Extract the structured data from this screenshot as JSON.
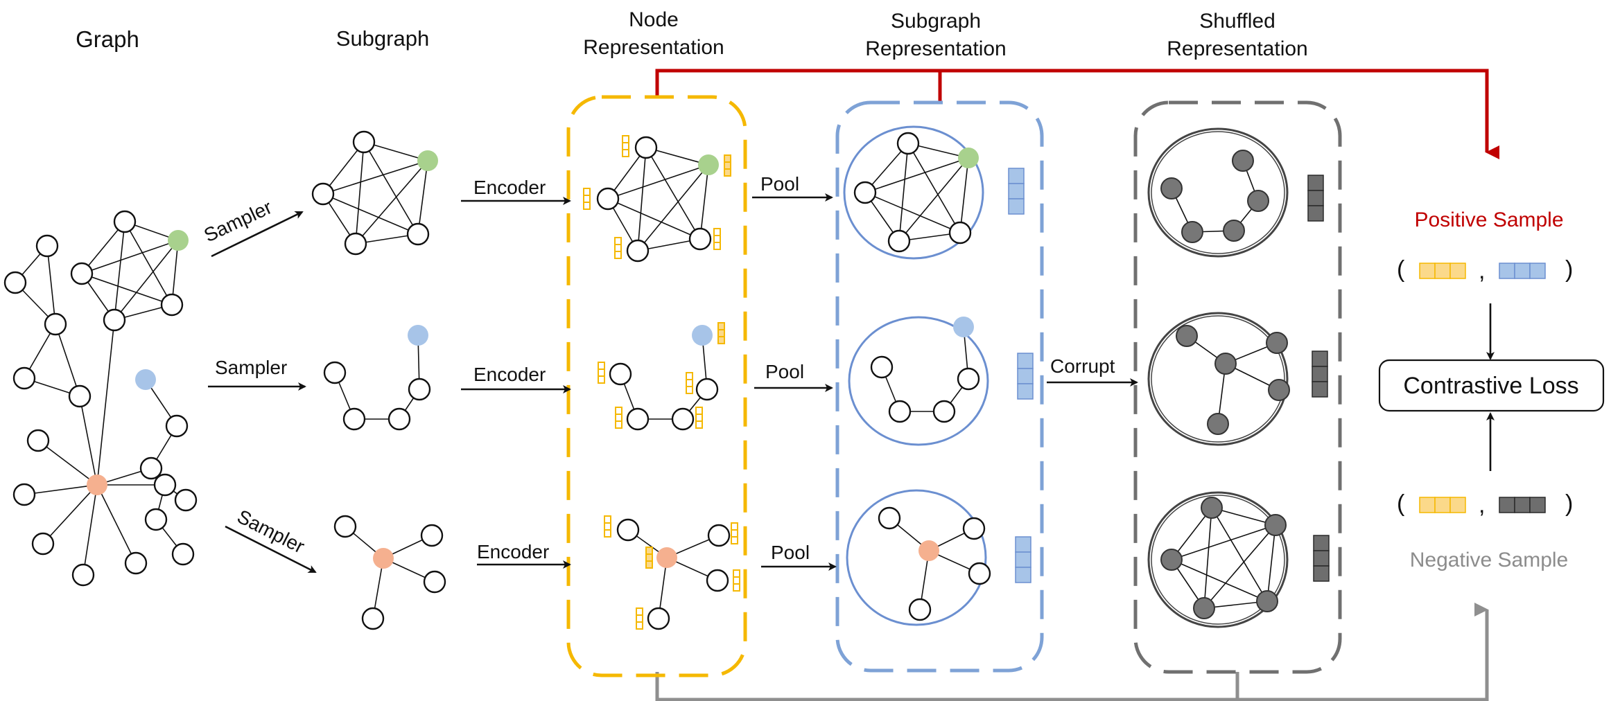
{
  "titles": {
    "graph": "Graph",
    "subgraph": "Subgraph",
    "node_rep_1": "Node",
    "node_rep_2": "Representation",
    "sub_rep_1": "Subgraph",
    "sub_rep_2": "Representation",
    "shuf_rep_1": "Shuffled",
    "shuf_rep_2": "Representation"
  },
  "steps": {
    "sampler": "Sampler",
    "encoder": "Encoder",
    "pool": "Pool",
    "corrupt": "Corrupt"
  },
  "loss": {
    "positive": "Positive Sample",
    "negative": "Negative Sample",
    "box": "Contrastive Loss",
    "open_paren": "(",
    "close_paren": ")",
    "comma": ","
  },
  "colors": {
    "green": "#a8d18d",
    "blue": "#a7c4e8",
    "orange": "#f5b08f",
    "yellow": "#f5c44d",
    "yellow_fill": "#fbd98a",
    "vec_blue": "#a7c4e8",
    "vec_gray": "#6e6e6e",
    "red": "#c00000",
    "gray_text": "#8c8c8c",
    "node_box": "#f5b800",
    "sub_box": "#7ea2d6",
    "shuf_box": "#707070",
    "gray_line": "#8f8f8f"
  }
}
